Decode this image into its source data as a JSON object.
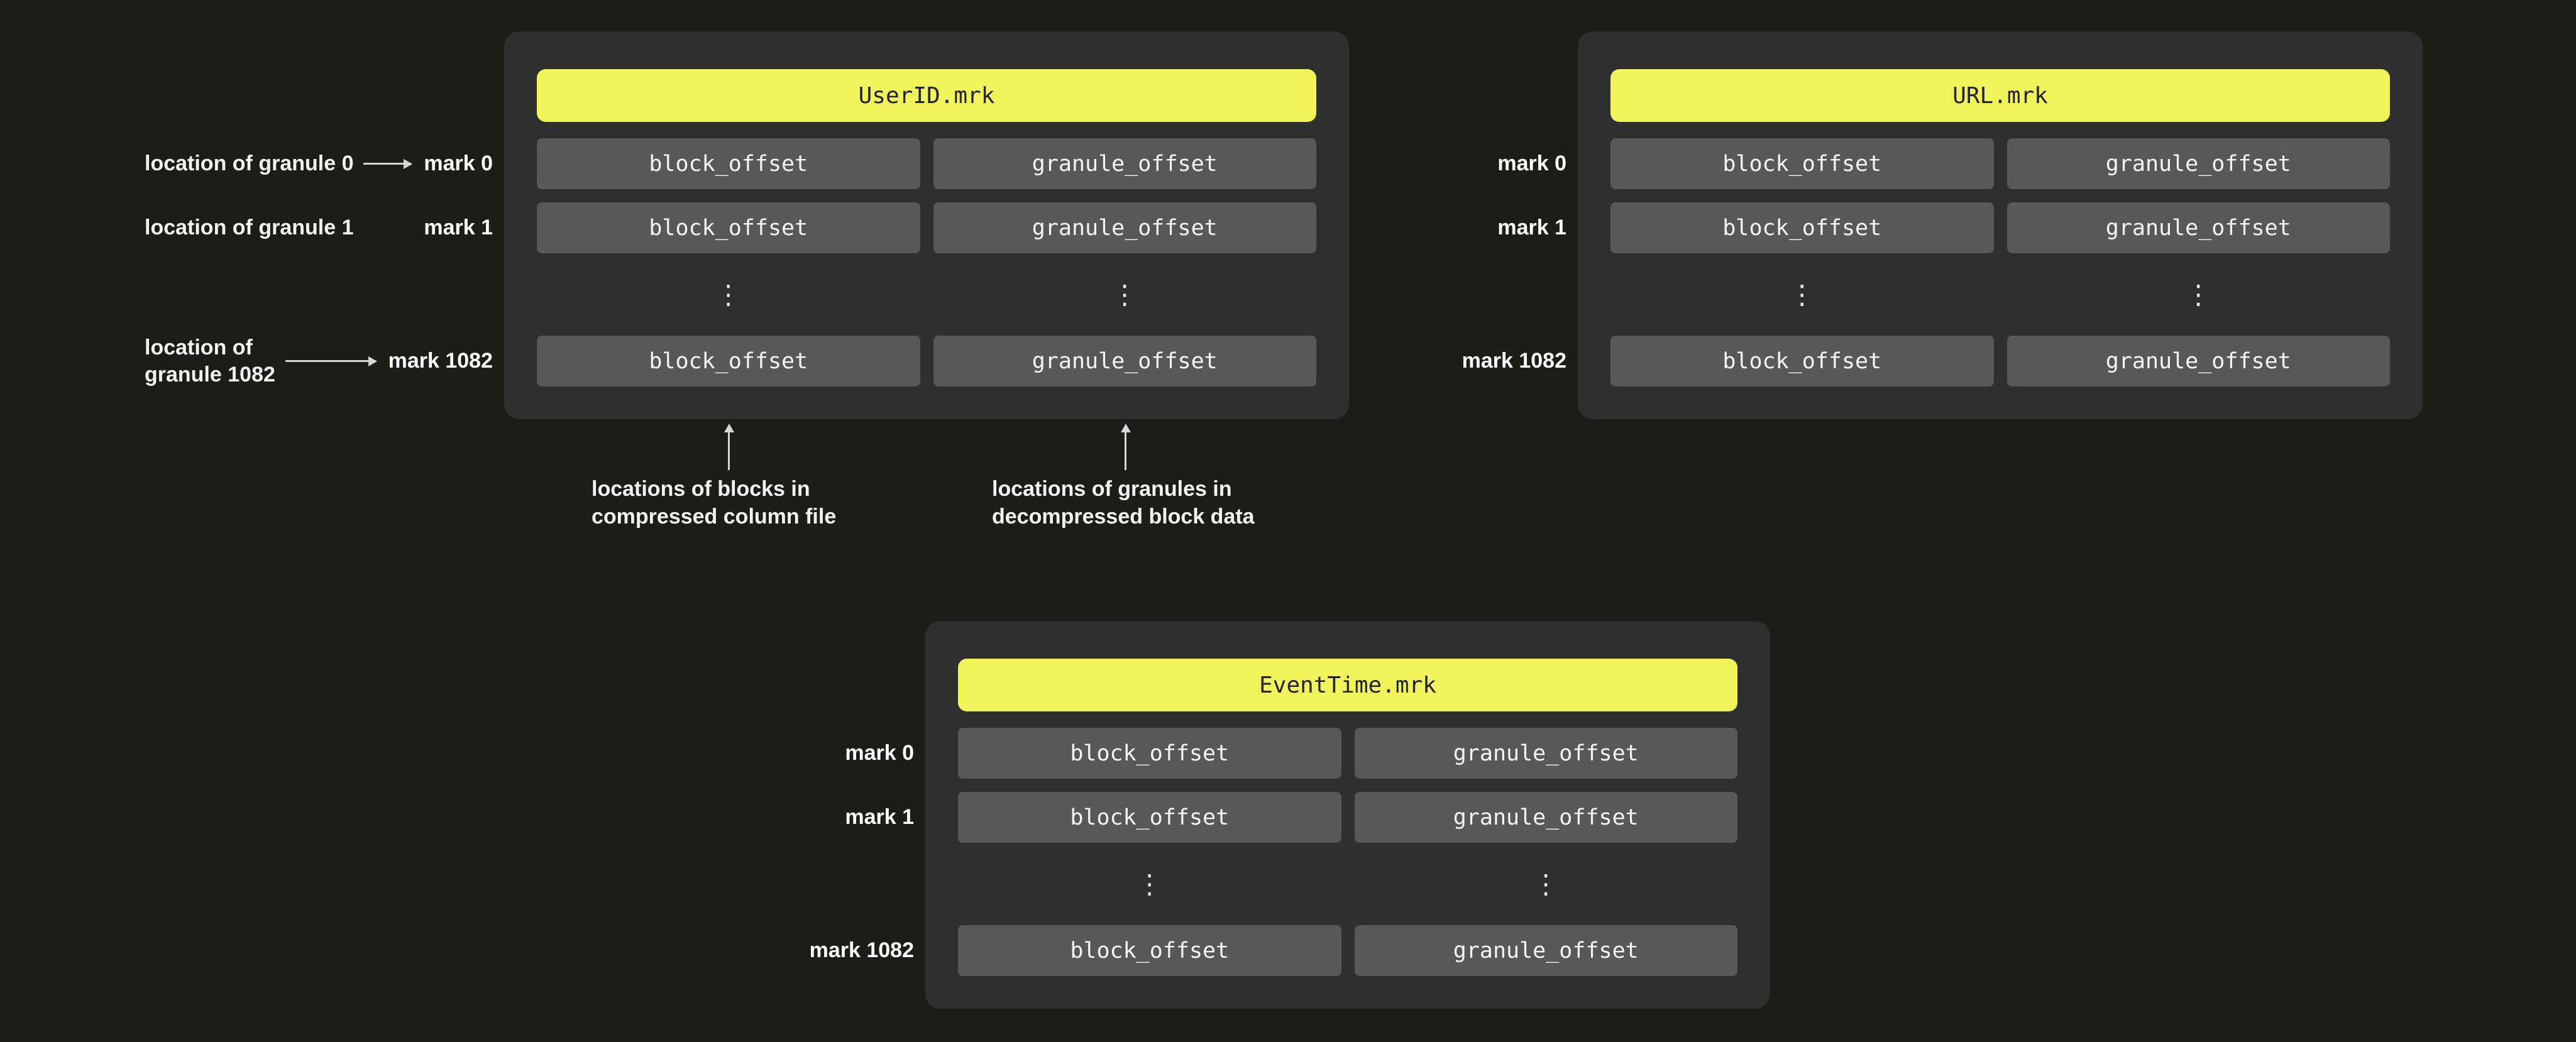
{
  "colors": {
    "background": "#1d1d18",
    "panel_bg": "#2f2f2f",
    "cell_bg": "#585858",
    "header_bg": "#f1f35b",
    "header_text": "#222222",
    "cell_text": "#f5f5f5",
    "label_text": "#ffffff",
    "arrow": "#d6d6d6"
  },
  "glyphs": {
    "vertical_ellipsis": "⋮"
  },
  "panels": [
    {
      "title": "UserID.mrk",
      "block_label": "block_offset",
      "granule_label": "granule_offset",
      "marks": [
        "mark 0",
        "mark 1",
        "mark 1082"
      ]
    },
    {
      "title": "URL.mrk",
      "block_label": "block_offset",
      "granule_label": "granule_offset",
      "marks": [
        "mark 0",
        "mark 1",
        "mark 1082"
      ]
    },
    {
      "title": "EventTime.mrk",
      "block_label": "block_offset",
      "granule_label": "granule_offset",
      "marks": [
        "mark 0",
        "mark 1",
        "mark 1082"
      ]
    }
  ],
  "left_annotations": {
    "granule0": "location of granule 0",
    "granule1": "location of granule 1",
    "granule1082_line1": "location of",
    "granule1082_line2": "granule 1082"
  },
  "bottom_annotations": {
    "block": {
      "line1": "locations of blocks in",
      "line2": "compressed column file"
    },
    "granule": {
      "line1": "locations of granules in",
      "line2": "decompressed block data"
    }
  }
}
